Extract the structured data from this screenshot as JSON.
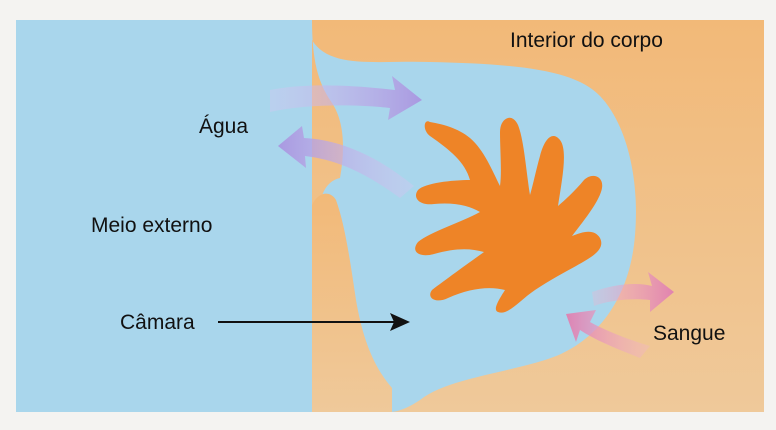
{
  "labels": {
    "interior": "Interior do corpo",
    "agua": "Água",
    "meio_externo": "Meio externo",
    "camara": "Câmara",
    "sangue": "Sangue"
  },
  "colors": {
    "external_medium": "#a9d6ec",
    "body_interior": "#f0b97a",
    "tissue": "#ee8427",
    "water_arrows": "#b7a4e2",
    "blood_arrows": "#e79cc0",
    "pointer_arrow": "#111111"
  }
}
